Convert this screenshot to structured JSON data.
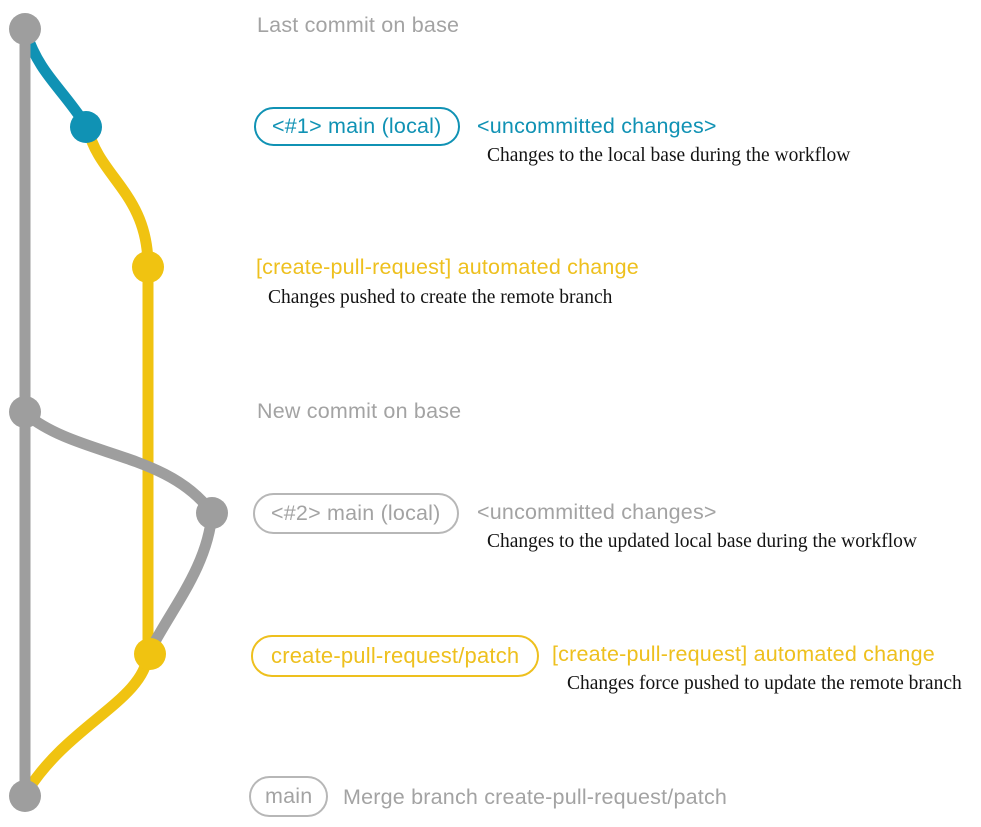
{
  "colors": {
    "background": "#ffffff",
    "graph_gray": "#9e9e9e",
    "text_gray": "#a3a3a3",
    "border_gray": "#b7b7b7",
    "blue": "#1092b4",
    "yellow": "#f0c311",
    "yellow_text": "#eec01e",
    "desc": "#131313"
  },
  "diagram": {
    "type": "git-graph",
    "commits": [
      {
        "dot_color": "gray",
        "label": "Last commit on base"
      },
      {
        "dot_color": "blue",
        "badge": "<#1> main (local)",
        "label": "<uncommitted changes>",
        "description": "Changes to the local base during the workflow"
      },
      {
        "dot_color": "yellow",
        "label": "[create-pull-request] automated change",
        "description": "Changes pushed to create the remote branch"
      },
      {
        "dot_color": "gray",
        "label": "New commit on base"
      },
      {
        "dot_color": "gray",
        "badge": "<#2> main (local)",
        "label": "<uncommitted changes>",
        "description": "Changes to the updated local base during the workflow"
      },
      {
        "dot_color": "yellow",
        "badge": "create-pull-request/patch",
        "label": "[create-pull-request] automated change",
        "description": "Changes force pushed to update the remote branch"
      },
      {
        "dot_color": "gray",
        "badge": "main",
        "label": "Merge branch create-pull-request/patch"
      }
    ]
  }
}
